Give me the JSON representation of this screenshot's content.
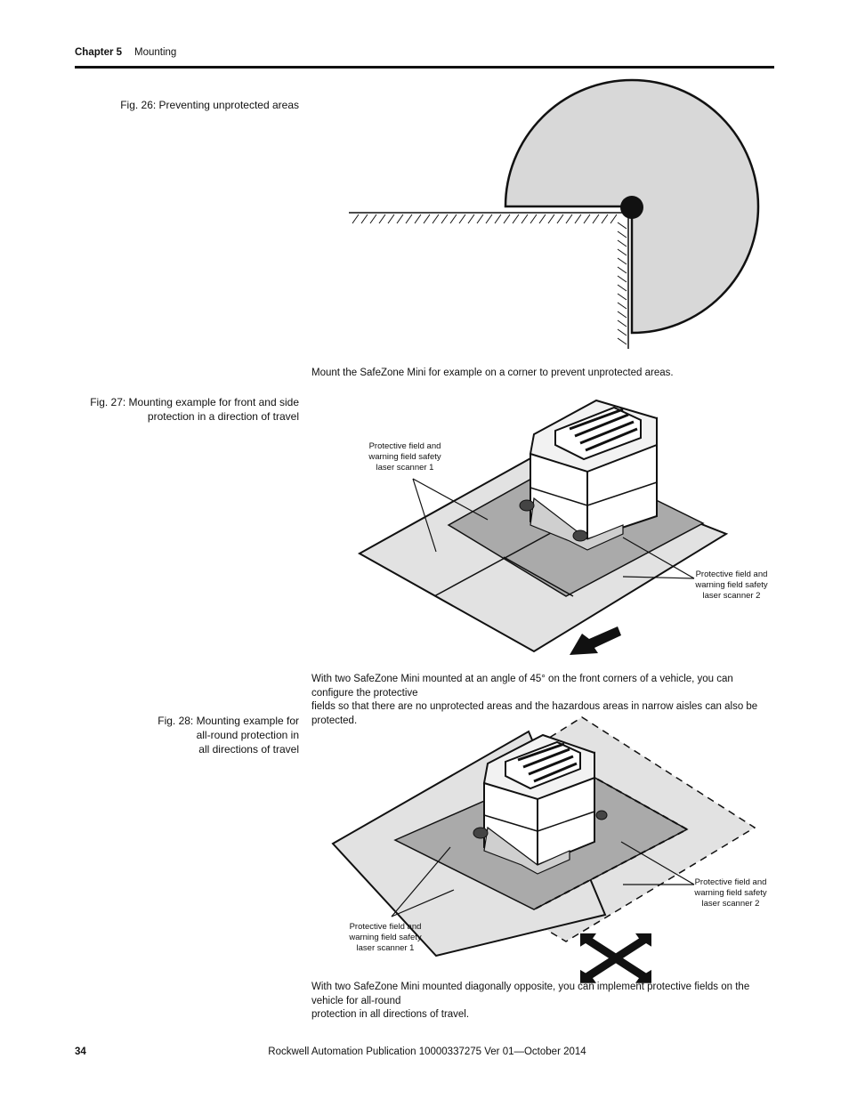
{
  "header": {
    "chapter": "Chapter 5",
    "section": "Mounting"
  },
  "figures": [
    {
      "caption": "Fig. 26: Preventing unprotected areas",
      "body": "Mount the SafeZone Mini for example on a corner to prevent unprotected areas."
    },
    {
      "caption_line1": "Fig. 27: Mounting example for front and side",
      "caption_line2": "protection in a direction of travel",
      "labels": {
        "scanner1": [
          "Protective field and",
          "warning field safety",
          "laser scanner 1"
        ],
        "scanner2": [
          "Protective field and",
          "warning field safety",
          "laser scanner 2"
        ]
      },
      "body_line1": "With two SafeZone Mini mounted at an angle of 45° on the front corners of a vehicle, you can configure the protective",
      "body_line2": "fields so that there are no unprotected areas and the hazardous areas in narrow aisles can also be protected."
    },
    {
      "caption_line1": "Fig. 28: Mounting example for",
      "caption_line2": "all-round protection in",
      "caption_line3": "all directions of travel",
      "labels": {
        "scanner1": [
          "Protective field and",
          "warning field safety",
          "laser scanner 1"
        ],
        "scanner2": [
          "Protective field and",
          "warning field safety",
          "laser scanner 2"
        ]
      },
      "body_line1": "With two SafeZone Mini mounted diagonally opposite, you can implement protective fields on the vehicle for all-round",
      "body_line2": "protection in all directions of travel."
    }
  ],
  "footer": {
    "page_number": "34",
    "publication": "Rockwell Automation Publication 10000337275 Ver 01—October 2014"
  },
  "colors": {
    "field_light": "#e0e0e0",
    "field_dark": "#aaaaaa",
    "ink": "#111111"
  }
}
